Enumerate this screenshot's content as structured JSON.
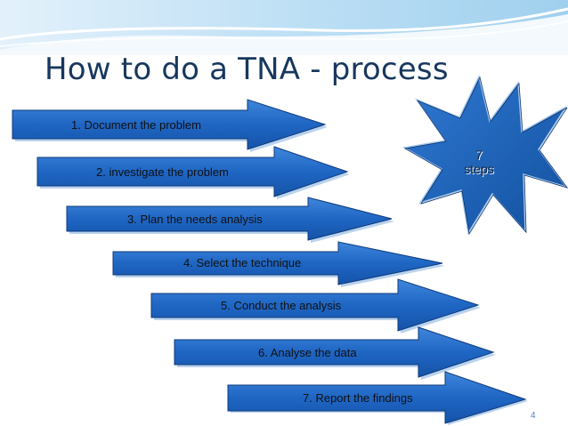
{
  "slide": {
    "title": "How to do a TNA - process",
    "number": "4"
  },
  "steps": [
    "1. Document the problem",
    "2. investigate the problem",
    "3. Plan the needs analysis",
    "4. Select the technique",
    "5. Conduct the analysis",
    "6. Analyse the data",
    "7. Report the findings"
  ],
  "badge": {
    "line1": "7",
    "line2": "steps"
  },
  "colors": {
    "arrow_fill": "#1f66c4",
    "arrow_outline": "#0d3a7a",
    "title_text": "#17375e",
    "star_fill": "#1a5fb8",
    "banner": "#cfe6f7"
  },
  "icons": [
    "star-badge-icon",
    "banner-swoosh"
  ]
}
